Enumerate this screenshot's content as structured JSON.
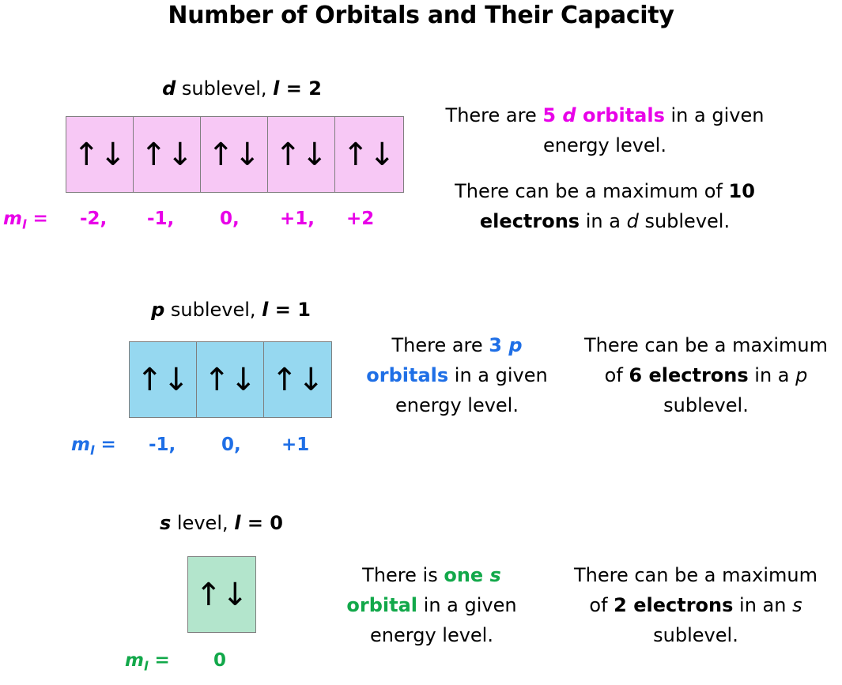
{
  "title": "Number of Orbitals and Their Capacity",
  "arrow_glyph": "↑↓",
  "colors": {
    "d": "#e800e8",
    "p": "#1f6fe6",
    "s": "#12a84a",
    "d_fill": "#f7c8f5",
    "p_fill": "#96d8f0",
    "s_fill": "#b3e5cc"
  },
  "d": {
    "label_letter": "d",
    "label_mid": " sublevel, ",
    "label_l": "l",
    "label_eq": " = 2",
    "ml_prefix": "m",
    "ml_sub": "l",
    "ml_eq": " =",
    "ml_values": [
      "-2,",
      "-1,",
      "0,",
      "+1,",
      "+2"
    ],
    "t1": {
      "a": "There are ",
      "b": "5 ",
      "c": "d",
      "d": " orbitals",
      "e": " in a given",
      "f": "energy level."
    },
    "t2": {
      "a": "There can be a maximum of ",
      "b": "10",
      "c": "electrons",
      "d": " in a ",
      "e": "d",
      "f": " sublevel."
    }
  },
  "p": {
    "label_letter": "p",
    "label_mid": " sublevel, ",
    "label_l": "l",
    "label_eq": " = 1",
    "ml_prefix": "m",
    "ml_sub": "l",
    "ml_eq": " =",
    "ml_values": [
      "-1,",
      "0,",
      "+1"
    ],
    "t1": {
      "a": "There are ",
      "b": "3 ",
      "c": "p",
      "d": "orbitals",
      "e": " in a given",
      "f": "energy level."
    },
    "t2": {
      "a": "There can be a maximum",
      "b": "of ",
      "c": "6 electrons",
      "d": " in a ",
      "e": "p",
      "f": "sublevel."
    }
  },
  "s": {
    "label_letter": "s",
    "label_mid": " level, ",
    "label_l": "l",
    "label_eq": " = 0",
    "ml_prefix": "m",
    "ml_sub": "l",
    "ml_eq": " =",
    "ml_values": [
      "0"
    ],
    "t1": {
      "a": "There is ",
      "b": "one ",
      "c": "s",
      "d": "orbital",
      "e": " in a given",
      "f": "energy level."
    },
    "t2": {
      "a": "There can be a maximum",
      "b": "of ",
      "c": "2 electrons",
      "d": " in an ",
      "e": "s",
      "f": "sublevel."
    }
  }
}
